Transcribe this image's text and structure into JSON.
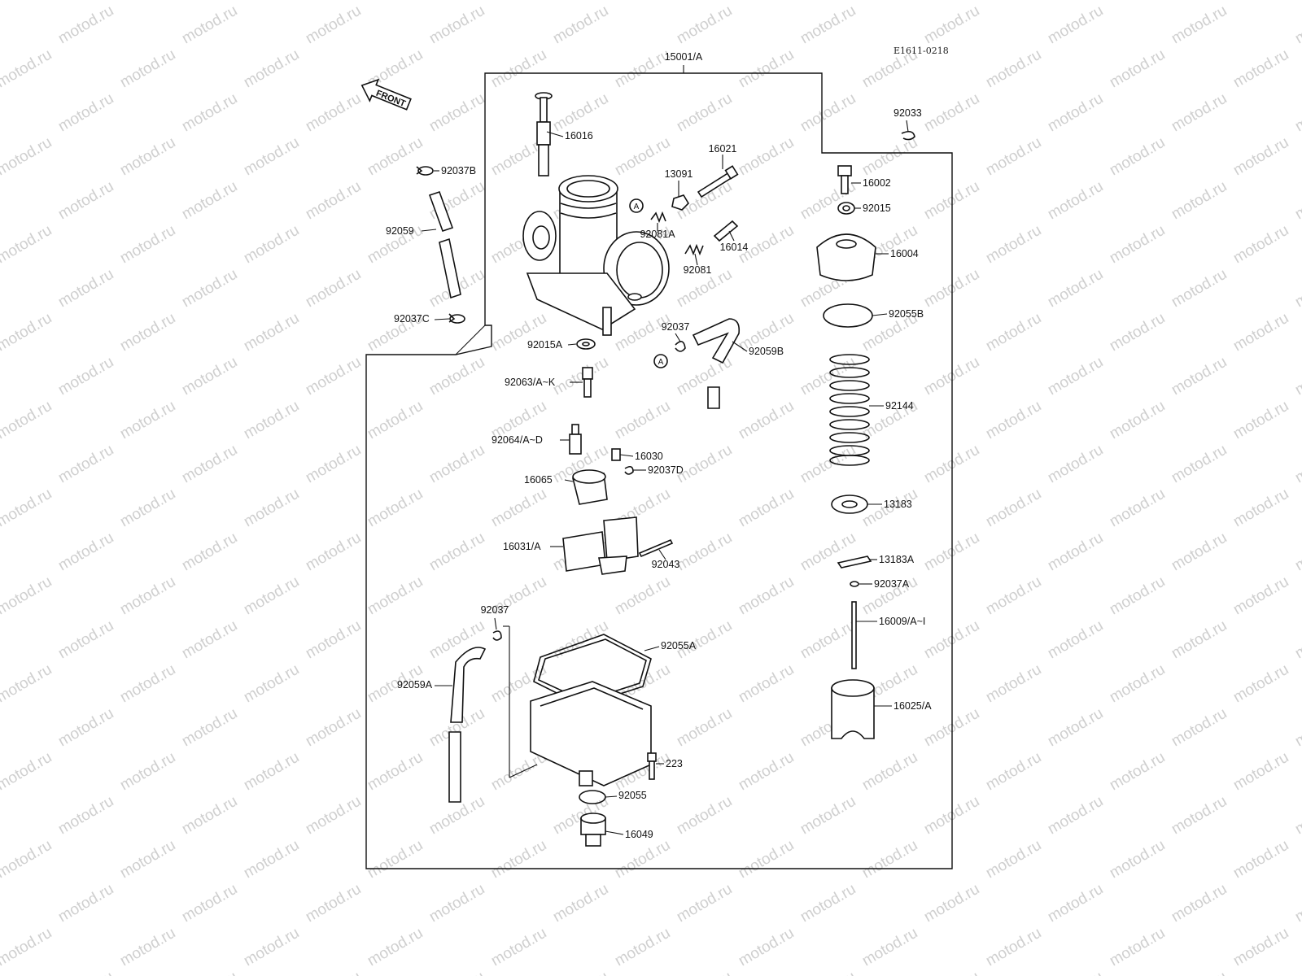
{
  "diagram": {
    "assembly_label": "15001/A",
    "drawing_code": "E1611-0218",
    "front_arrow_text": "FRONT",
    "watermark_text": "motod.ru",
    "reference_mark": "A",
    "callouts": [
      "16016",
      "92037B",
      "92059",
      "92037C",
      "16021",
      "13091",
      "92081A",
      "16014",
      "92081",
      "92015A",
      "92037",
      "92059B",
      "92063/A~K",
      "92064/A~D",
      "16030",
      "92037D",
      "16065",
      "16031/A",
      "92043",
      "92037",
      "92059A",
      "92055A",
      "223",
      "92055",
      "16049",
      "92033",
      "16002",
      "92015",
      "16004",
      "92055B",
      "92144",
      "13183",
      "13183A",
      "92037A",
      "16009/A~I",
      "16025/A"
    ]
  }
}
